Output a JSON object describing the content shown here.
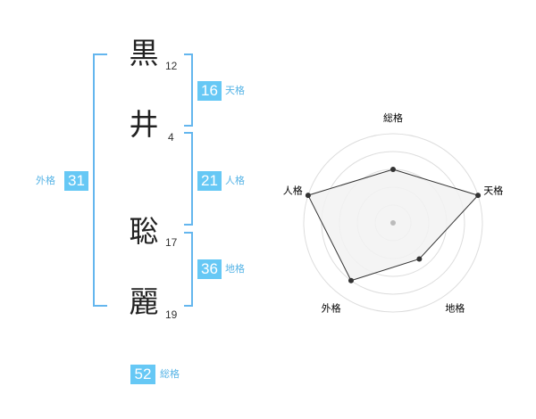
{
  "name": {
    "chars": [
      {
        "char": "黒",
        "strokes": "12"
      },
      {
        "char": "井",
        "strokes": "4"
      },
      {
        "char": "聡",
        "strokes": "17"
      },
      {
        "char": "麗",
        "strokes": "19"
      }
    ]
  },
  "kakusu": {
    "tenkaku": {
      "value": "16",
      "label": "天格"
    },
    "jinkaku": {
      "value": "21",
      "label": "人格"
    },
    "chikaku": {
      "value": "36",
      "label": "地格"
    },
    "gaikaku": {
      "value": "31",
      "label": "外格"
    },
    "soukaku": {
      "value": "52",
      "label": "総格"
    }
  },
  "radar": {
    "axes": [
      "総格",
      "天格",
      "地格",
      "外格",
      "人格"
    ],
    "levels": 5,
    "values": [
      0.6,
      1.0,
      0.5,
      0.8,
      1.0
    ],
    "colors": {
      "fill": "#f2f2f2",
      "line": "#333333",
      "grid": "#dddddd",
      "center": "#bbbbbb"
    }
  }
}
